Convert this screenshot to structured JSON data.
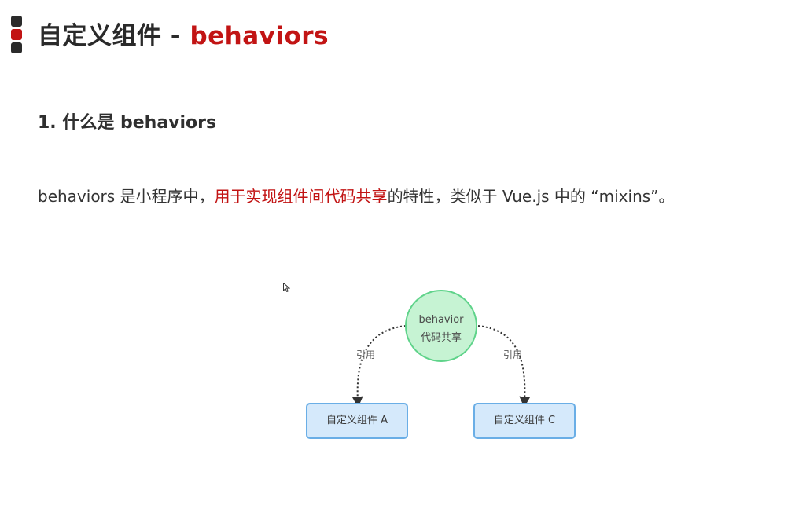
{
  "header": {
    "title_prefix": "自定义组件 - ",
    "title_accent": "behaviors"
  },
  "section": {
    "heading": "1. 什么是 behaviors"
  },
  "description": {
    "part1": "behaviors 是小程序中，",
    "highlight": "用于实现组件间代码共享",
    "part2": "的特性，类似于 Vue.js 中的 “mixins”。"
  },
  "diagram": {
    "center": {
      "line1": "behavior",
      "line2": "代码共享"
    },
    "left_edge_label": "引用",
    "right_edge_label": "引用",
    "node_a": "自定义组件 A",
    "node_c": "自定义组件 C"
  },
  "colors": {
    "accent": "#c21414",
    "circle_fill": "#c6f3d3",
    "circle_border": "#5fd38a",
    "node_fill": "#d5e9fb",
    "node_border": "#6aaee6"
  }
}
